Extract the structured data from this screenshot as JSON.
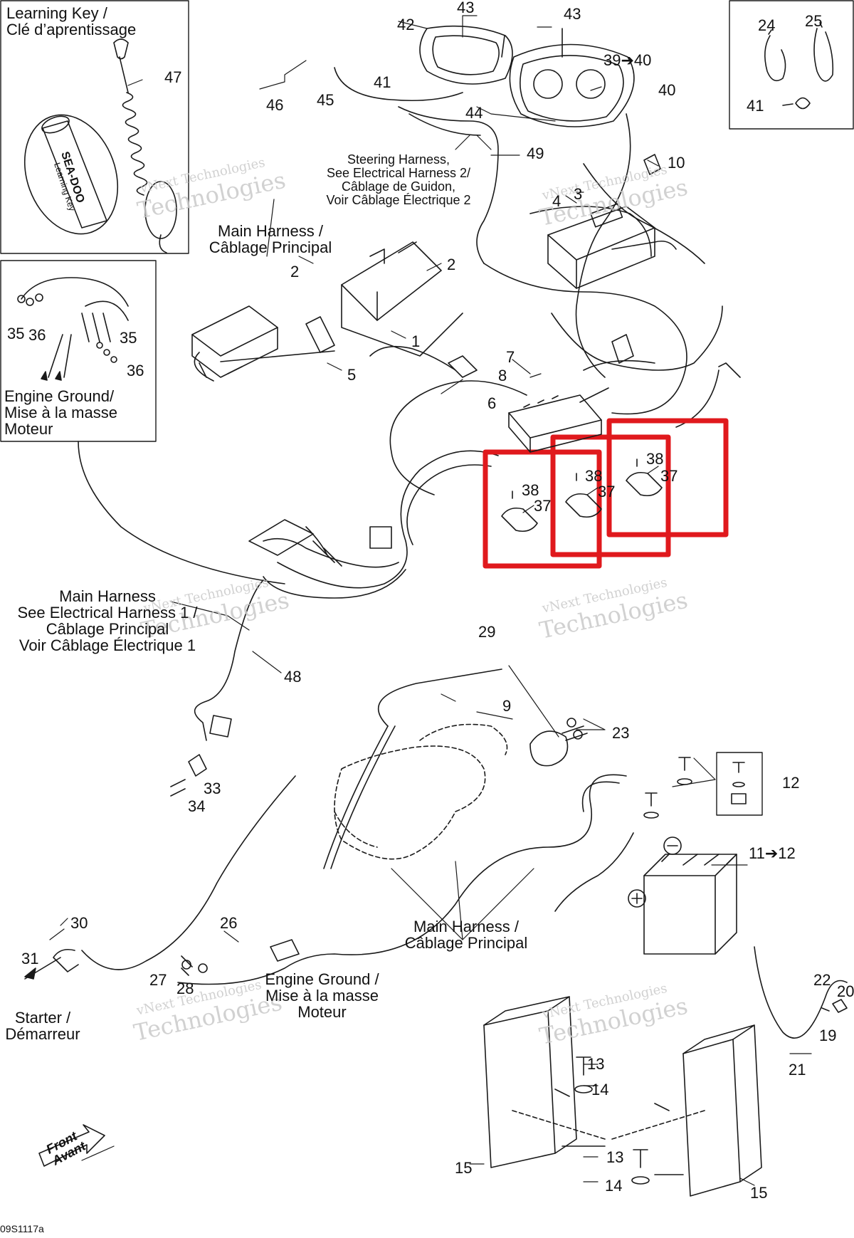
{
  "labels": {
    "learning_key": "Learning Key /\nClé d’aprentissage",
    "steering_harness": "Steering Harness,\nSee Electrical Harness 2/\nCâblage de Guidon,\nVoir Câblage Électrique 2",
    "main_harness_top": "Main Harness /\nCâblage Principal",
    "engine_ground_top": "Engine Ground/\nMise à la masse\nMoteur",
    "main_harness_left": "Main Harness\nSee Electrical Harness 1 /\nCâblage Principal\nVoir Câblage Électrique 1",
    "main_harness_bottom": "Main Harness /\nCâblage Principal",
    "engine_ground_bottom": "Engine Ground /\nMise à la masse\nMoteur",
    "starter": "Starter /\nDémarreur",
    "front": "Front\nAvant",
    "figure_code": "09S1117a",
    "key_brand": "SEA-DOO",
    "key_text": "Learning Key"
  },
  "watermark": {
    "line1": "vNext Technologies",
    "line2": "Technologies"
  },
  "callouts": {
    "n47": "47",
    "n42": "42",
    "n43a": "43",
    "n43b": "43",
    "n39": "39➔40",
    "n40": "40",
    "n41a": "41",
    "n45": "45",
    "n46": "46",
    "n44": "44",
    "n49": "49",
    "n10": "10",
    "n3": "3",
    "n4": "4",
    "n2a": "2",
    "n2b": "2",
    "n1": "1",
    "n5": "5",
    "n7": "7",
    "n8": "8",
    "n6": "6",
    "n35a": "35",
    "n36a": "36",
    "n35b": "35",
    "n36b": "36",
    "n38a": "38",
    "n37a": "37",
    "n38b": "38",
    "n37b": "37",
    "n38c": "38",
    "n37c": "37",
    "n24": "24",
    "n25": "25",
    "n41b": "41",
    "n29": "29",
    "n9": "9",
    "n23": "23",
    "n12": "12",
    "n11": "11➔12",
    "n48": "48",
    "n33": "33",
    "n34": "34",
    "n30": "30",
    "n31": "31",
    "n26": "26",
    "n27": "27",
    "n28": "28",
    "n22": "22",
    "n20": "20",
    "n19": "19",
    "n21": "21",
    "n13a": "13",
    "n14a": "14",
    "n13b": "13",
    "n14b": "14",
    "n15a": "15",
    "n15b": "15"
  },
  "colors": {
    "line": "#1a1a1a",
    "highlight": "#e0191d",
    "watermark": "#c9c9c9"
  }
}
